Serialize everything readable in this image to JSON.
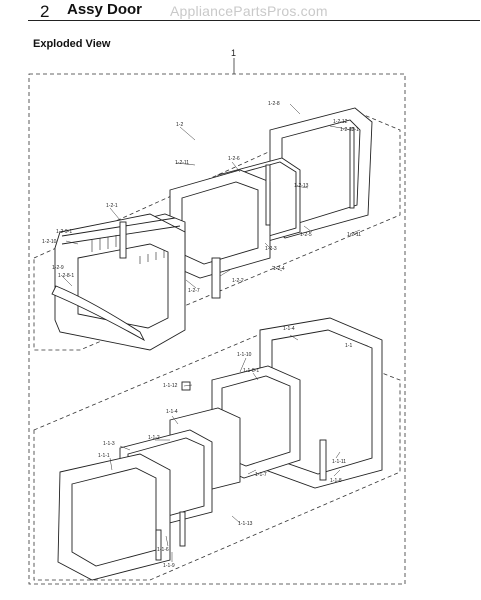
{
  "header": {
    "section_number": "2",
    "section_title": "Assy Door",
    "watermark": "AppliancePartsPros.com"
  },
  "subtitle": "Exploded View",
  "callouts": {
    "assembly": "1",
    "upper_group": "1-2",
    "lower_group": "1-1",
    "upper": [
      "1-2-8",
      "1-2-12",
      "1-2-12-1",
      "1-2-11",
      "1-2-13",
      "1-2-6",
      "1-2-5",
      "1-2-3",
      "1-2-1",
      "1-2-9-1",
      "1-2-10",
      "1-2-9",
      "1-2-8-1",
      "1-2-7",
      "1-2-2",
      "1-2-4",
      "1-2-11"
    ],
    "lower": [
      "1-1-4",
      "1-1-10",
      "1-1-12",
      "1-1-8-1",
      "1-1-4",
      "1-1-2",
      "1-1-3",
      "1-1-1",
      "1-1-7",
      "1-1-11",
      "1-1-8",
      "1-1-13",
      "1-1-6",
      "1-1-9"
    ]
  }
}
